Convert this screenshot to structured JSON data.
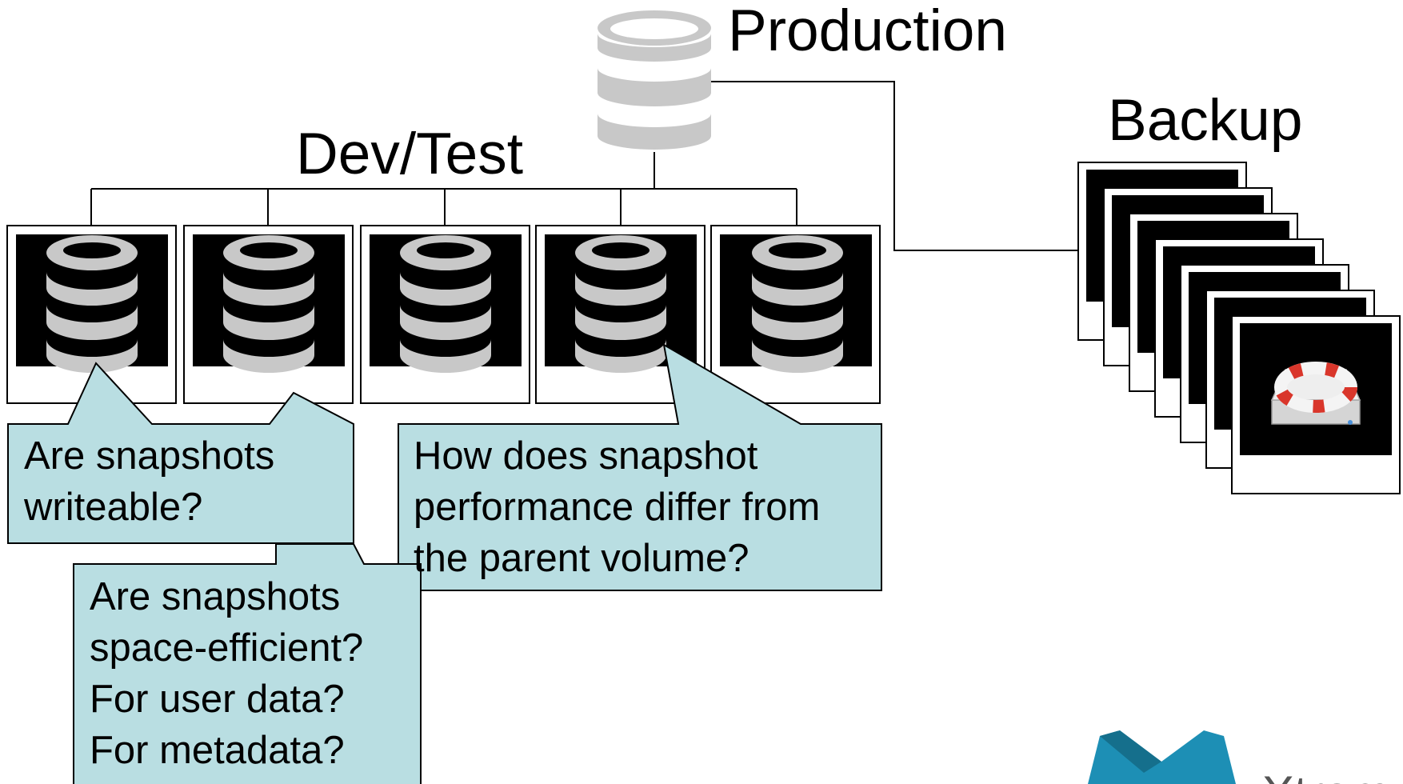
{
  "labels": {
    "production": "Production",
    "dev_test": "Dev/Test",
    "backup": "Backup"
  },
  "callouts": {
    "writeable": {
      "lines": [
        "Are snapshots",
        "writeable?"
      ]
    },
    "performance": {
      "lines": [
        "How does snapshot",
        "performance differ from",
        "the parent volume?"
      ]
    },
    "space_efficient": {
      "lines": [
        "Are snapshots",
        "space-efficient?",
        "For user data?",
        "For metadata?"
      ]
    }
  },
  "logo": {
    "text": "Xtrem"
  },
  "colors": {
    "callout_fill": "#b9dee2",
    "database_gray": "#c8c8c8",
    "frame_black": "#000000",
    "life_ring_red": "#d9362b",
    "logo_blue": "#1d8fb5"
  },
  "icons": {
    "production": "database-icon",
    "dev_test": "database-icon",
    "backup": "life-ring-drive-icon"
  }
}
